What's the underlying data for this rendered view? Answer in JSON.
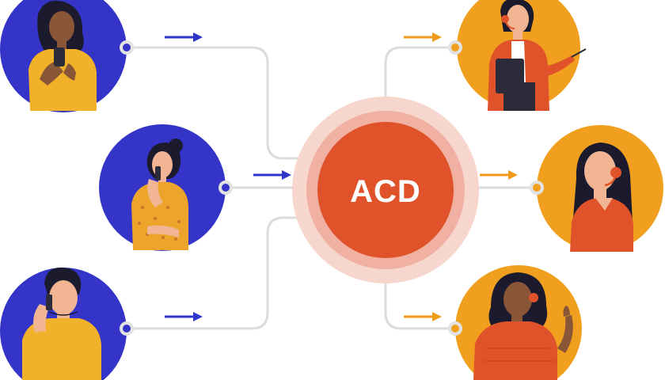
{
  "hub": {
    "label": "ACD"
  },
  "colors": {
    "caller_circle": "#3434c9",
    "agent_circle": "#f0a01e",
    "hub_core": "#e0532a",
    "hub_ring_inner": "#f0b0a2",
    "hub_ring_outer": "#f7d6cd",
    "line": "#dcdcdc",
    "caller_arrow": "#2f35c8",
    "agent_arrow": "#ef9a1a",
    "node_dot_blue": "#3434c9",
    "node_dot_orange": "#f0a01e"
  },
  "callers": [
    {
      "name": "caller-woman-smartphone",
      "icon": "person-holding-phone"
    },
    {
      "name": "caller-woman-phone-call",
      "icon": "person-on-phone"
    },
    {
      "name": "caller-man-phone-call",
      "icon": "person-on-phone"
    }
  ],
  "agents": [
    {
      "name": "agent-with-clipboard",
      "icon": "headset-agent-presenting"
    },
    {
      "name": "agent-with-headset",
      "icon": "headset-agent"
    },
    {
      "name": "agent-waving",
      "icon": "headset-agent-waving"
    }
  ]
}
